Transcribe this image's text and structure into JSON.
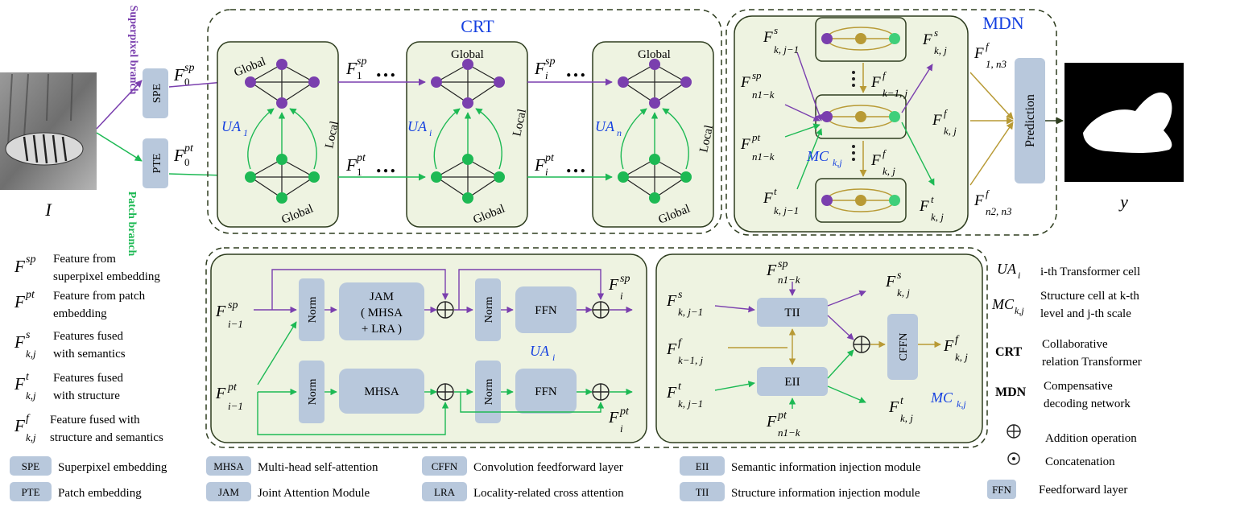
{
  "colors": {
    "purple": "#7a3fae",
    "green": "#1db954",
    "gold": "#b89a35",
    "blue_text": "#1540e0",
    "box_fill": "#eef3e1",
    "module_fill": "#b8c8dc",
    "frame": "#2e3d1f"
  },
  "top": {
    "input_label": "I",
    "output_label": "y",
    "superpixel_branch": "Superpixel branch",
    "patch_branch": "Patch branch",
    "spe": "SPE",
    "pte": "PTE",
    "crt_title": "CRT",
    "mdn_title": "MDN",
    "global": "Global",
    "local": "Local",
    "prediction": "Prediction",
    "ellipsis": "…",
    "ua": [
      "UA",
      "UA",
      "UA"
    ],
    "ua_sub": [
      "1",
      "i",
      "n"
    ]
  },
  "ua_block": {
    "norm": "Norm",
    "jam_l1": "JAM",
    "jam_l2": "( MHSA",
    "jam_l3": "+ LRA )",
    "ffn": "FFN",
    "mhsa": "MHSA",
    "label": "UA",
    "label_sub": "i"
  },
  "mc_block": {
    "tii": "TII",
    "eii": "EII",
    "cffn": "CFFN",
    "label": "MC",
    "label_sub": "k,j"
  },
  "legend_left": [
    {
      "sym": "F",
      "sup": "sp",
      "sub": "",
      "desc1": "Feature from",
      "desc2": "superpixel embedding"
    },
    {
      "sym": "F",
      "sup": "pt",
      "sub": "",
      "desc1": "Feature from patch",
      "desc2": "embedding"
    },
    {
      "sym": "F",
      "sup": "s",
      "sub": "k,j",
      "desc1": "Features fused",
      "desc2": "with semantics"
    },
    {
      "sym": "F",
      "sup": "t",
      "sub": "k,j",
      "desc1": "Features fused",
      "desc2": "with structure"
    },
    {
      "sym": "F",
      "sup": "f",
      "sub": "k,j",
      "desc1": "Feature fused with",
      "desc2": "structure and semantics"
    }
  ],
  "legend_right": [
    {
      "sym": "UA",
      "sub": "i",
      "desc1": "i-th Transformer cell",
      "desc2": ""
    },
    {
      "sym": "MC",
      "sub": "k,j",
      "desc1": "Structure cell at k-th",
      "desc2": "level and j-th scale"
    },
    {
      "sym": "CRT",
      "sub": "",
      "desc1": "Collaborative",
      "desc2": "relation Transformer"
    },
    {
      "sym": "MDN",
      "sub": "",
      "desc1": "Compensative",
      "desc2": "decoding network"
    },
    {
      "sym": "⊕",
      "sub": "",
      "desc1": "Addition operation",
      "desc2": ""
    },
    {
      "sym": "⊙",
      "sub": "",
      "desc1": "Concatenation",
      "desc2": ""
    },
    {
      "sym": "FFN",
      "sub": "",
      "desc1": "Feedforward layer",
      "desc2": ""
    }
  ],
  "legend_bottom": [
    {
      "abbr": "SPE",
      "desc": "Superpixel embedding"
    },
    {
      "abbr": "PTE",
      "desc": "Patch embedding"
    },
    {
      "abbr": "MHSA",
      "desc": "Multi-head self-attention"
    },
    {
      "abbr": "JAM",
      "desc": "Joint Attention Module"
    },
    {
      "abbr": "CFFN",
      "desc": "Convolution feedforward layer"
    },
    {
      "abbr": "LRA",
      "desc": "Locality-related cross attention"
    },
    {
      "abbr": "EII",
      "desc": "Semantic information injection module"
    },
    {
      "abbr": "TII",
      "desc": "Structure information injection module"
    }
  ]
}
